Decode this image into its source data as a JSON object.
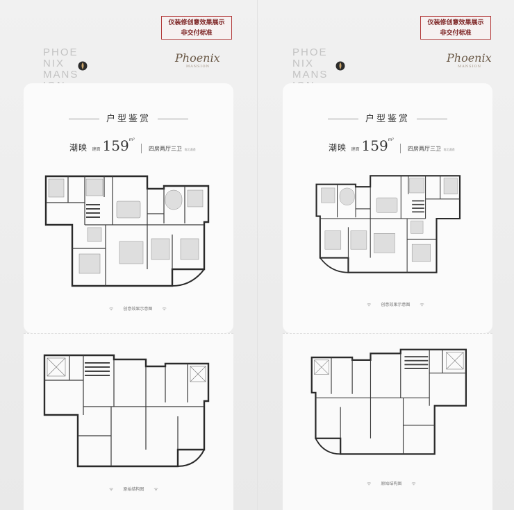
{
  "notice": {
    "line1": "仪装修创意效果展示",
    "line2": "非交付标准"
  },
  "brand": {
    "en_lines": [
      "PHOE",
      "NIX",
      "MANS",
      "ION"
    ],
    "script": "Phoenix",
    "script_sub": "MANSION"
  },
  "section": {
    "title": "户型鉴赏",
    "unit_name": "潮映",
    "area_prefix": "建面",
    "area": "159",
    "area_unit": "m²",
    "layout": "四房两厅三卫",
    "layout_note": "南北通透"
  },
  "captions": {
    "furnished": "创意效果示意图",
    "structure": "原始结构图",
    "wifi_icon": "wifi-icon"
  },
  "colors": {
    "notice_border": "#b23a3a",
    "notice_text": "#7a1f1f",
    "plan_line": "#2a2a2a",
    "accent": "#6b5a48"
  }
}
